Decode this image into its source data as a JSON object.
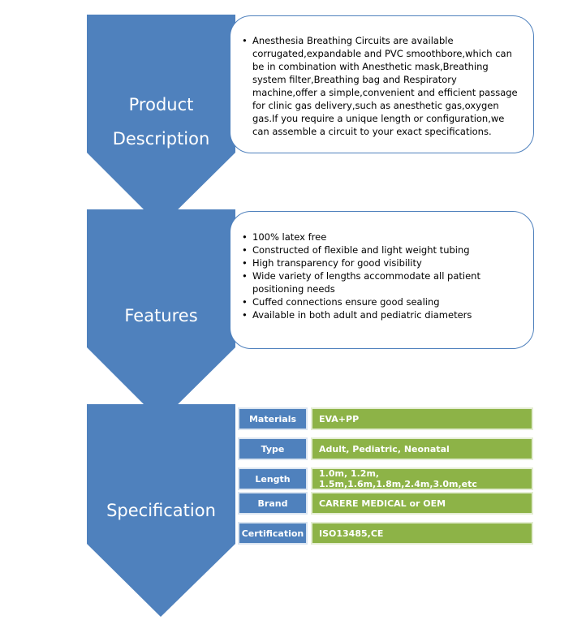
{
  "sections": [
    {
      "title_lines": [
        "Product",
        "Description"
      ]
    },
    {
      "title_lines": [
        "Features"
      ]
    },
    {
      "title_lines": [
        "Specification"
      ]
    }
  ],
  "description": {
    "bullets": [
      "Anesthesia Breathing Circuits are available corrugated,expandable and PVC smoothbore,which can be in combination with Anesthetic mask,Breathing system filter,Breathing bag and Respiratory machine,offer a simple,convenient and efficient passage for clinic gas delivery,such as anesthetic gas,oxygen gas.If you require a unique length or configuration,we can assemble a circuit to your exact specifications."
    ]
  },
  "features": {
    "bullets": [
      "100% latex free",
      "Constructed of flexible and light weight tubing",
      "High transparency for good visibility",
      "Wide variety of lengths accommodate all patient positioning needs",
      "Cuffed connections ensure good sealing",
      "Available in both adult and pediatric diameters"
    ]
  },
  "specification": {
    "rows": [
      {
        "label": "Materials",
        "value": "EVA+PP"
      },
      {
        "label": "Type",
        "value": "Adult, Pediatric, Neonatal"
      },
      {
        "label": "Length",
        "value": "1.0m, 1.2m, 1.5m,1.6m,1.8m,2.4m,3.0m,etc"
      },
      {
        "label": "Brand",
        "value": "CARERE MEDICAL or OEM"
      },
      {
        "label": "Certification",
        "value": "ISO13485,CE"
      }
    ]
  },
  "colors": {
    "chevron": "#4f81bd",
    "label_cell": "#4f81bd",
    "value_cell": "#8db347"
  }
}
